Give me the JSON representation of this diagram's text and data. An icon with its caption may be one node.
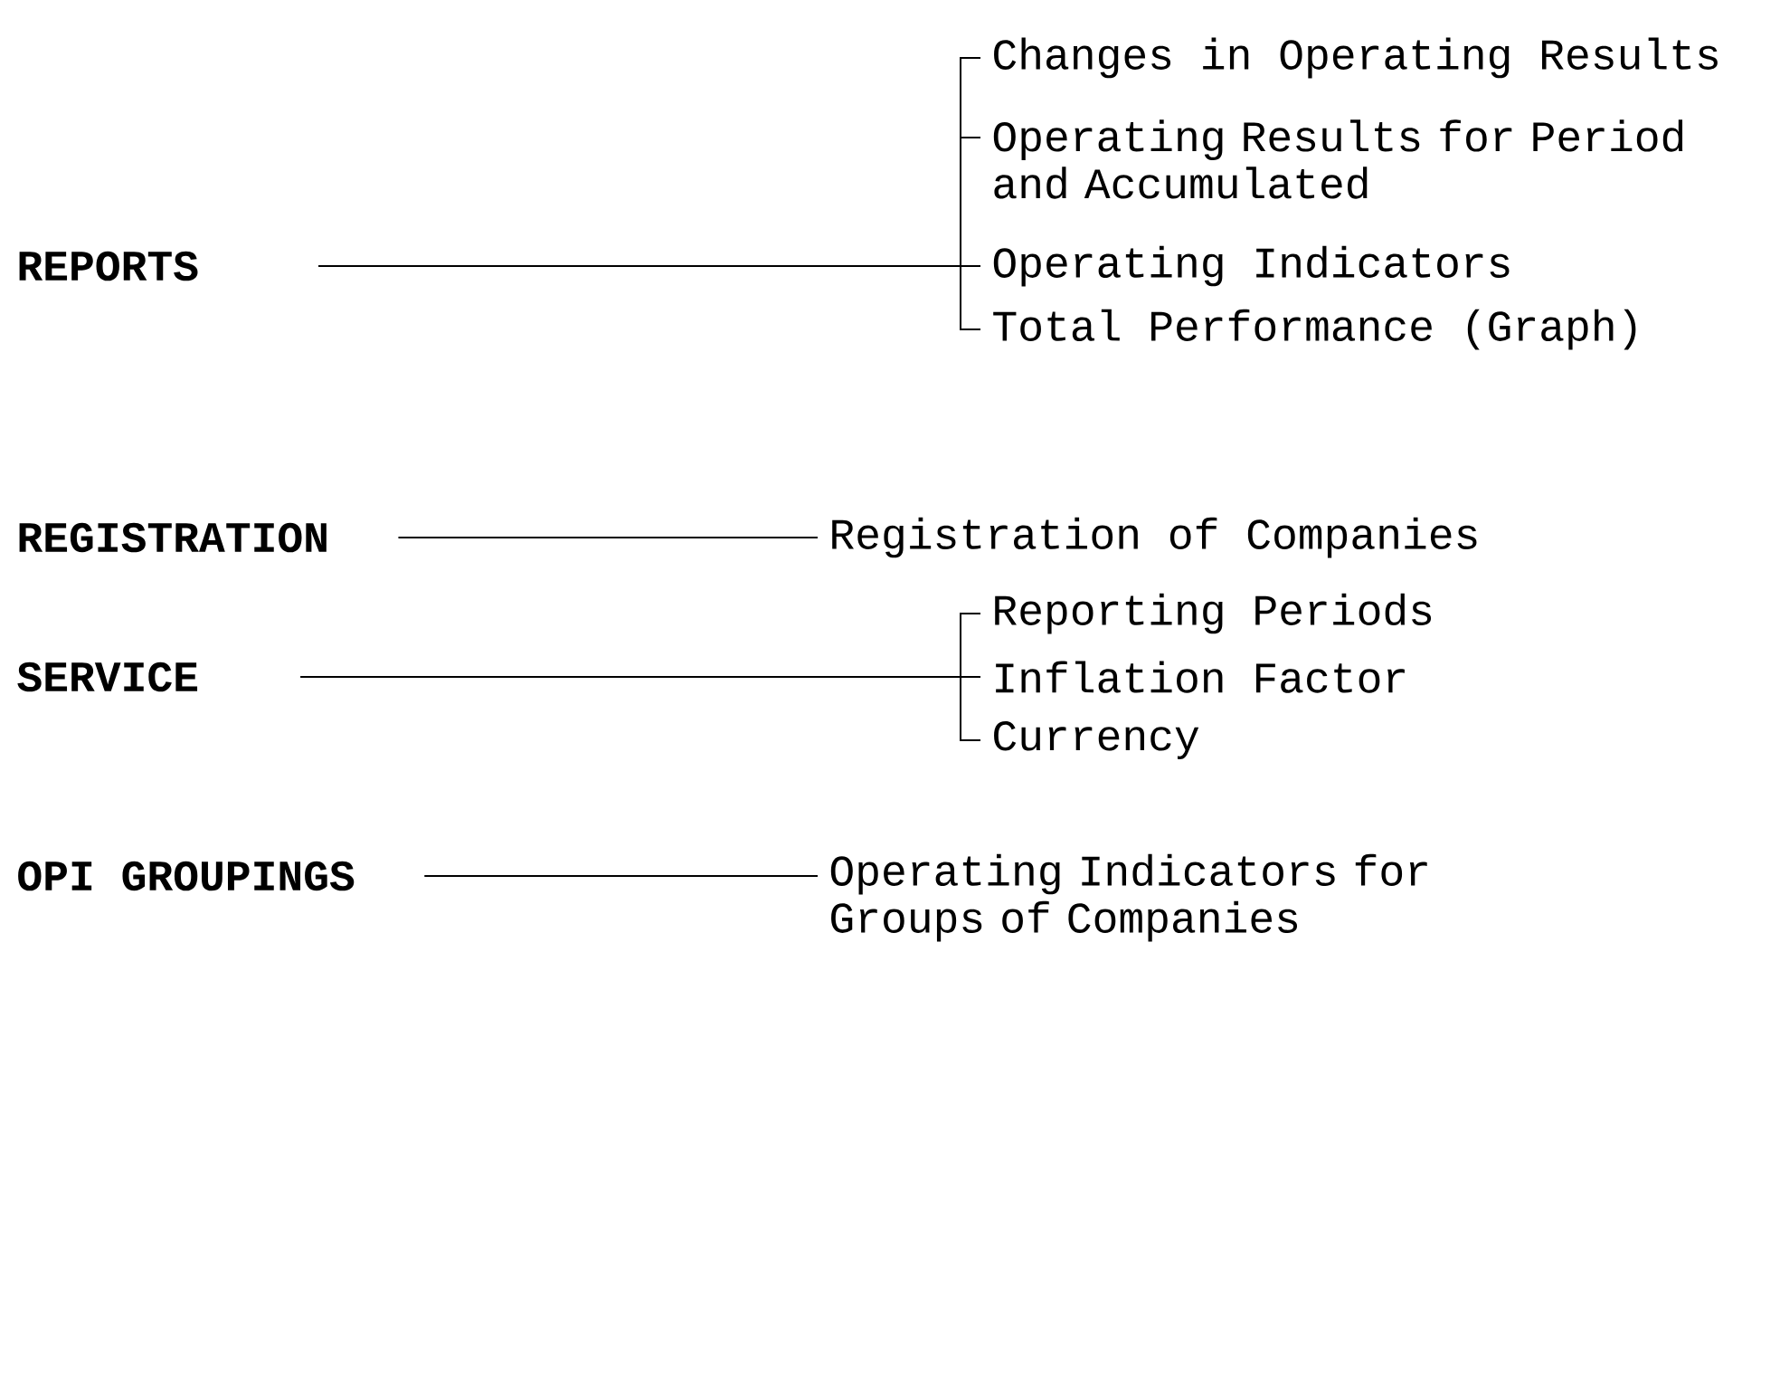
{
  "diagram": {
    "nodes": [
      {
        "text": [
          "REPORTS"
        ]
      },
      {
        "text": [
          "Changes in Operating Results"
        ]
      },
      {
        "text": [
          "Operating Results for Period and Accumulated"
        ]
      },
      {
        "text": [
          "Operating Indicators"
        ]
      },
      {
        "text": [
          "Total Performance (Graph)"
        ]
      },
      {
        "text": [
          "REGISTRATION"
        ]
      },
      {
        "text": [
          "Registration of Companies"
        ]
      },
      {
        "text": [
          "SERVICE"
        ]
      },
      {
        "text": [
          "Reporting Periods"
        ]
      },
      {
        "text": [
          "Inflation Factor"
        ]
      },
      {
        "text": [
          "Currency"
        ]
      },
      {
        "text": [
          "OPI GROUPINGS"
        ]
      },
      {
        "text": [
          "Operating Indicators for Groups of Companies"
        ]
      }
    ],
    "edges": [
      {
        "from": 0,
        "to": 1,
        "arrow": "none"
      },
      {
        "from": 0,
        "to": 2,
        "arrow": "none"
      },
      {
        "from": 0,
        "to": 3,
        "arrow": "none"
      },
      {
        "from": 0,
        "to": 4,
        "arrow": "none"
      },
      {
        "from": 5,
        "to": 6,
        "arrow": "none"
      },
      {
        "from": 7,
        "to": 8,
        "arrow": "none"
      },
      {
        "from": 7,
        "to": 9,
        "arrow": "none"
      },
      {
        "from": 7,
        "to": 10,
        "arrow": "none"
      },
      {
        "from": 11,
        "to": 12,
        "arrow": "none"
      }
    ]
  }
}
